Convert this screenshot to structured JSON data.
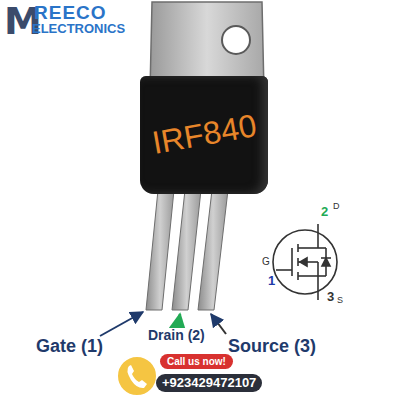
{
  "diagram": {
    "nodes": [
      {
        "text": [
          "IRF840"
        ]
      },
      {
        "text": [
          "Call us now!",
          "+923429472107"
        ]
      }
    ],
    "labels": [
      "M",
      "REECO",
      "ELECTRONICS",
      "Gate (1)",
      "Drain (2)",
      "Source (3)",
      "2",
      "D",
      "G",
      "1",
      "3",
      "S"
    ]
  }
}
